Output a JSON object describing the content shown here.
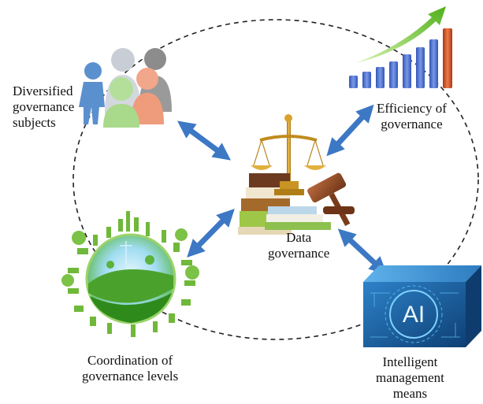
{
  "nodes": {
    "center": {
      "lines": [
        "Data",
        "governance"
      ]
    },
    "top_left": {
      "lines": [
        "Diversified",
        "governance",
        "subjects"
      ],
      "icon": "people-group-icon"
    },
    "top_right": {
      "lines": [
        "Efficiency of",
        "governance"
      ],
      "icon": "growth-bar-chart-icon"
    },
    "bottom_left": {
      "lines": [
        "Coordination of",
        "governance levels"
      ],
      "icon": "green-city-globe-icon"
    },
    "bottom_right": {
      "lines": [
        "Intelligent",
        "management",
        "means"
      ],
      "icon": "ai-cube-icon",
      "icon_text": "AI"
    }
  },
  "center_icon": "scales-gavel-books-icon",
  "colors": {
    "arrow": "#3c78c4",
    "dashed_ring": "#222222",
    "bars": "#3f68c9",
    "bar_last": "#c8461e",
    "trend_arrow": "#6fc41f",
    "ai_cube": "#1f5f9e"
  }
}
